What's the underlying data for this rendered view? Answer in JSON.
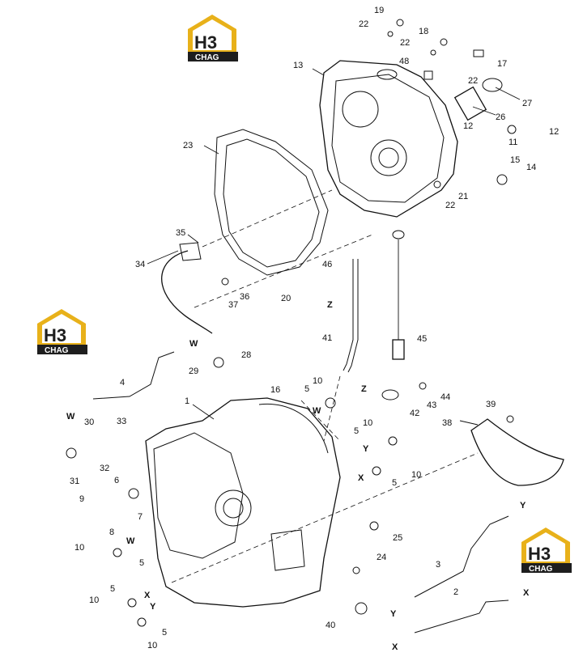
{
  "logos": [
    {
      "name": "logo-top",
      "big": "H3",
      "small": "CHAG"
    },
    {
      "name": "logo-left",
      "big": "H3",
      "small": "CHAG"
    },
    {
      "name": "logo-right",
      "big": "H3",
      "small": "CHAG"
    }
  ],
  "callouts": [
    {
      "id": "c19",
      "text": "19"
    },
    {
      "id": "c22a",
      "text": "22"
    },
    {
      "id": "c18",
      "text": "18"
    },
    {
      "id": "c22b",
      "text": "22"
    },
    {
      "id": "c48",
      "text": "48"
    },
    {
      "id": "c17",
      "text": "17"
    },
    {
      "id": "c22c",
      "text": "22"
    },
    {
      "id": "c13",
      "text": "13"
    },
    {
      "id": "c27",
      "text": "27"
    },
    {
      "id": "c26",
      "text": "26"
    },
    {
      "id": "c12a",
      "text": "12"
    },
    {
      "id": "c12b",
      "text": "12"
    },
    {
      "id": "c11",
      "text": "11"
    },
    {
      "id": "c15",
      "text": "15"
    },
    {
      "id": "c14",
      "text": "14"
    },
    {
      "id": "c21",
      "text": "21"
    },
    {
      "id": "c22d",
      "text": "22"
    },
    {
      "id": "c23",
      "text": "23"
    },
    {
      "id": "c35",
      "text": "35"
    },
    {
      "id": "c34",
      "text": "34"
    },
    {
      "id": "c46",
      "text": "46"
    },
    {
      "id": "c36",
      "text": "36"
    },
    {
      "id": "c37",
      "text": "37"
    },
    {
      "id": "c20",
      "text": "20"
    },
    {
      "id": "cZ1",
      "text": "Z"
    },
    {
      "id": "c41",
      "text": "41"
    },
    {
      "id": "c45",
      "text": "45"
    },
    {
      "id": "cW1",
      "text": "W"
    },
    {
      "id": "c28",
      "text": "28"
    },
    {
      "id": "c29",
      "text": "29"
    },
    {
      "id": "c4",
      "text": "4"
    },
    {
      "id": "c16",
      "text": "16"
    },
    {
      "id": "c5a",
      "text": "5"
    },
    {
      "id": "c10a",
      "text": "10"
    },
    {
      "id": "cZ2",
      "text": "Z"
    },
    {
      "id": "c44",
      "text": "44"
    },
    {
      "id": "c1",
      "text": "1"
    },
    {
      "id": "cW2",
      "text": "W"
    },
    {
      "id": "c43",
      "text": "43"
    },
    {
      "id": "c42",
      "text": "42"
    },
    {
      "id": "c39",
      "text": "39"
    },
    {
      "id": "cW3",
      "text": "W"
    },
    {
      "id": "c30",
      "text": "30"
    },
    {
      "id": "c33",
      "text": "33"
    },
    {
      "id": "c10b",
      "text": "10"
    },
    {
      "id": "c38",
      "text": "38"
    },
    {
      "id": "c5b",
      "text": "5"
    },
    {
      "id": "cY1",
      "text": "Y"
    },
    {
      "id": "c32",
      "text": "32"
    },
    {
      "id": "c31",
      "text": "31"
    },
    {
      "id": "cX1",
      "text": "X"
    },
    {
      "id": "c5c",
      "text": "5"
    },
    {
      "id": "c10c",
      "text": "10"
    },
    {
      "id": "c6",
      "text": "6"
    },
    {
      "id": "c9",
      "text": "9"
    },
    {
      "id": "c7",
      "text": "7"
    },
    {
      "id": "c8",
      "text": "8"
    },
    {
      "id": "cY2",
      "text": "Y"
    },
    {
      "id": "cW4",
      "text": "W"
    },
    {
      "id": "c25",
      "text": "25"
    },
    {
      "id": "c10d",
      "text": "10"
    },
    {
      "id": "c5d",
      "text": "5"
    },
    {
      "id": "c24",
      "text": "24"
    },
    {
      "id": "c3",
      "text": "3"
    },
    {
      "id": "c5e",
      "text": "5"
    },
    {
      "id": "cX2",
      "text": "X"
    },
    {
      "id": "c2",
      "text": "2"
    },
    {
      "id": "cX3",
      "text": "X"
    },
    {
      "id": "c10e",
      "text": "10"
    },
    {
      "id": "cY3",
      "text": "Y"
    },
    {
      "id": "c40",
      "text": "40"
    },
    {
      "id": "cY4",
      "text": "Y"
    },
    {
      "id": "c5f",
      "text": "5"
    },
    {
      "id": "c10f",
      "text": "10"
    },
    {
      "id": "cX4",
      "text": "X"
    }
  ]
}
